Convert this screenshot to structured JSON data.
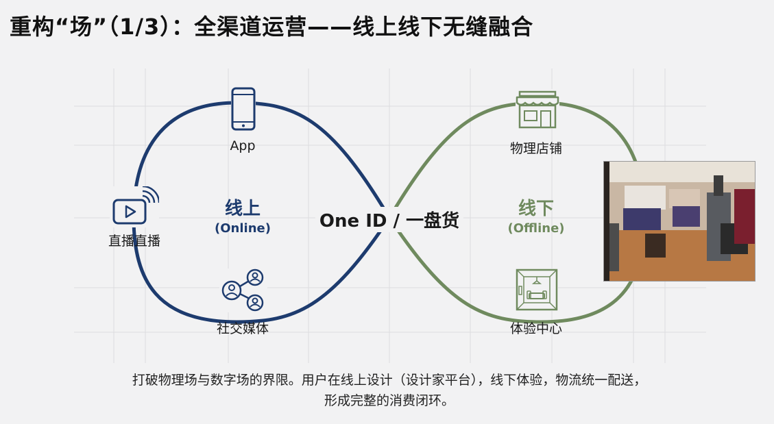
{
  "slide": {
    "title": "重构“场”（1/3）：全渠道运营——线上线下无缝融合"
  },
  "diagram": {
    "center_label": "One ID / 一盘货",
    "online": {
      "title": "线上",
      "subtitle": "(Online)",
      "color": "#1d3b6e"
    },
    "offline": {
      "title": "线下",
      "subtitle": "(Offline)",
      "color": "#6f8a5e"
    },
    "nodes": {
      "app": {
        "label": "App",
        "icon": "smartphone-icon"
      },
      "live": {
        "label": "直播直播",
        "icon": "live-stream-icon"
      },
      "social": {
        "label": "社交媒体",
        "icon": "social-network-icon"
      },
      "store": {
        "label": "物理店铺",
        "icon": "storefront-icon"
      },
      "experience": {
        "label": "体验中心",
        "icon": "experience-room-icon"
      }
    },
    "photo": {
      "icon": "store-interior-photo"
    }
  },
  "caption": "打破物理场与数字场的界限。用户在线上设计（设计家平台），线下体验，物流统一配送，形成完整的消费闭环。"
}
